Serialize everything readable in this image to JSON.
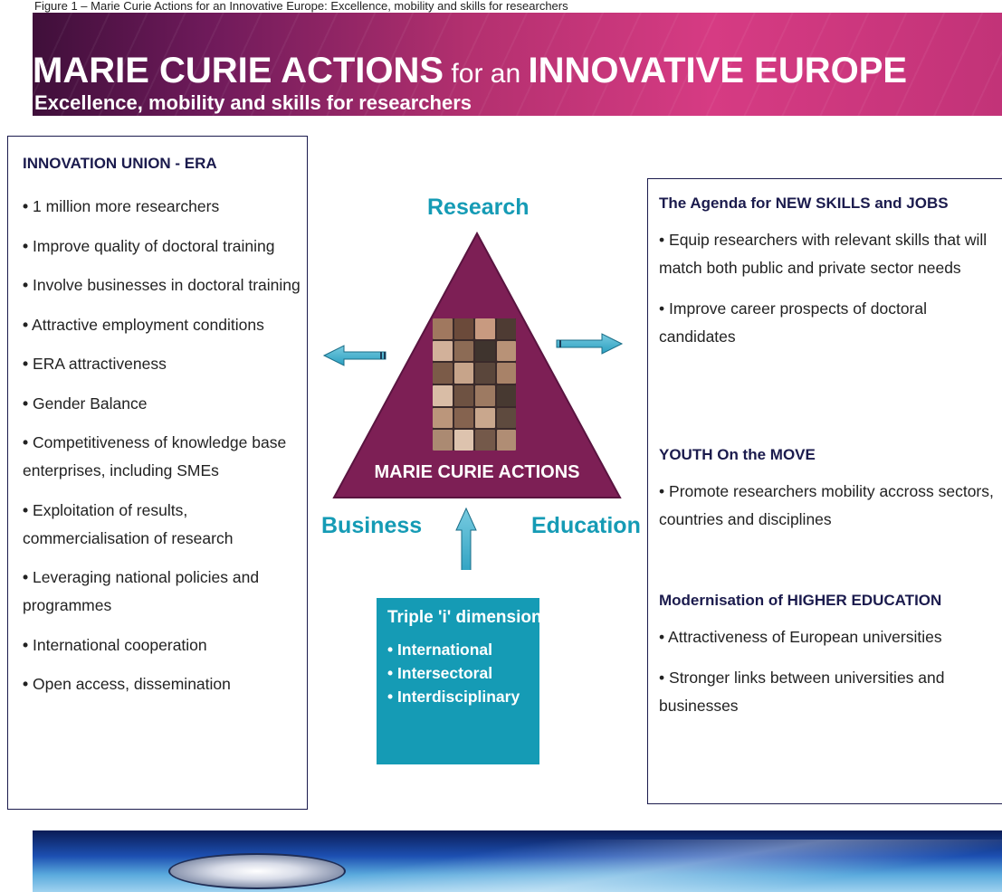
{
  "top_caption": "Figure 1 – Marie Curie Actions for an Innovative Europe: Excellence, mobility and skills for researchers",
  "header": {
    "title_bold_1": "MARIE CURIE ACTIONS",
    "title_light": " for an ",
    "title_bold_2": "INNOVATIVE EUROPE",
    "subtitle": "Excellence, mobility and skills for researchers"
  },
  "left_panel": {
    "heading": "INNOVATION UNION - ERA",
    "items": [
      "1 million more researchers",
      "Improve quality of doctoral training",
      "Involve businesses in doctoral training",
      "Attractive employment conditions",
      "ERA attractiveness",
      "Gender Balance",
      "Competitiveness of knowledge base enterprises, including SMEs",
      "Exploitation of results, commercialisation of research",
      "Leveraging national policies and programmes",
      "International cooperation",
      "Open access, dissemination"
    ]
  },
  "center": {
    "research_label": "Research",
    "business_label": "Business",
    "education_label": "Education",
    "pyramid_label": "MARIE CURIE ACTIONS",
    "triple_box": {
      "title": "Triple 'i' dimension:",
      "items": [
        "International",
        "Intersectoral",
        "Interdisciplinary"
      ]
    }
  },
  "right_panel": {
    "sections": [
      {
        "heading": "The Agenda for NEW SKILLS and JOBS",
        "items": [
          "Equip researchers with relevant skills that will match both public and private sector needs",
          "Improve career prospects of doctoral candidates"
        ]
      },
      {
        "heading": "YOUTH On the MOVE",
        "items": [
          "Promote researchers mobility accross sectors, countries and disciplines"
        ]
      },
      {
        "heading": "Modernisation of HIGHER EDUCATION",
        "items": [
          "Attractiveness of European universities",
          "Stronger links between universities and businesses"
        ]
      }
    ]
  },
  "colors": {
    "header_magenta": "#b3306f",
    "triangle": "#7d1f55",
    "accent_teal": "#159bb5",
    "box_border": "#1b1b4d",
    "footer_blue": "#1d50b2"
  },
  "bullet": "•"
}
